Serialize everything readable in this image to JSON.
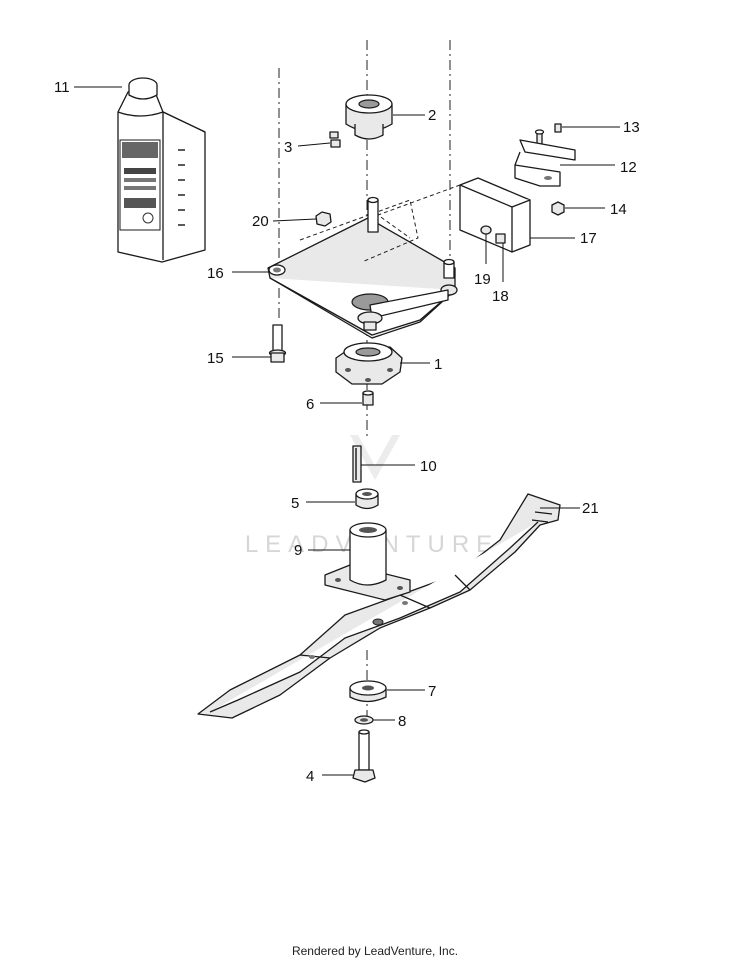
{
  "watermark": "LEADVENTURE",
  "footer": "Rendered by LeadVenture, Inc.",
  "callouts": [
    {
      "id": "11",
      "part": "oil-bottle"
    },
    {
      "id": "2",
      "part": "rubber-bushing-top"
    },
    {
      "id": "3",
      "part": "small-cap"
    },
    {
      "id": "13",
      "part": "screw-top"
    },
    {
      "id": "12",
      "part": "bracket-clip"
    },
    {
      "id": "20",
      "part": "nut-small"
    },
    {
      "id": "14",
      "part": "nut-right"
    },
    {
      "id": "17",
      "part": "cover-box"
    },
    {
      "id": "16",
      "part": "mounting-plate"
    },
    {
      "id": "19",
      "part": "washer"
    },
    {
      "id": "18",
      "part": "bolt-cover"
    },
    {
      "id": "1",
      "part": "bearing-housing"
    },
    {
      "id": "15",
      "part": "flange-bolt"
    },
    {
      "id": "6",
      "part": "shaft-tip"
    },
    {
      "id": "10",
      "part": "key"
    },
    {
      "id": "5",
      "part": "spacer"
    },
    {
      "id": "21",
      "part": "blade"
    },
    {
      "id": "9",
      "part": "blade-adapter"
    },
    {
      "id": "7",
      "part": "thick-washer"
    },
    {
      "id": "8",
      "part": "lock-washer"
    },
    {
      "id": "4",
      "part": "blade-bolt"
    }
  ]
}
